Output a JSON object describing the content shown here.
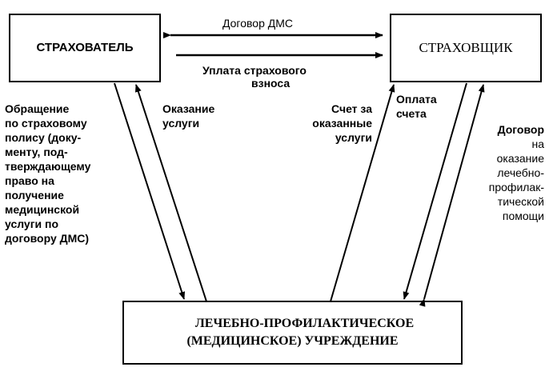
{
  "nodes": {
    "insured": "СТРАХОВАТЕЛЬ",
    "insurer": "СТРАХОВЩИК",
    "clinic_line1": "ЛЕЧЕБНО-ПРОФИЛАКТИЧЕСКОЕ",
    "clinic_line2": "(МЕДИЦИНСКОЕ) УЧРЕЖДЕНИЕ"
  },
  "edges": {
    "contract_dms": "Договор ДМС",
    "premium_1": "Уплата страхового",
    "premium_2": "взноса",
    "appeal": [
      "Обращение",
      "по страховому",
      "полису (доку-",
      "менту, под-",
      "тверждающему",
      "право на",
      "получение",
      "медицинской",
      "услуги по",
      "договору ДМС)"
    ],
    "service": [
      "Оказание",
      "услуги"
    ],
    "invoice": [
      "Счет за",
      "оказанные",
      "услуги"
    ],
    "payment": [
      "Оплата",
      "счета"
    ],
    "care_contract": [
      "Договор",
      "на",
      "оказание",
      "лечебно-",
      "профилак-",
      "тической",
      "помощи"
    ]
  }
}
